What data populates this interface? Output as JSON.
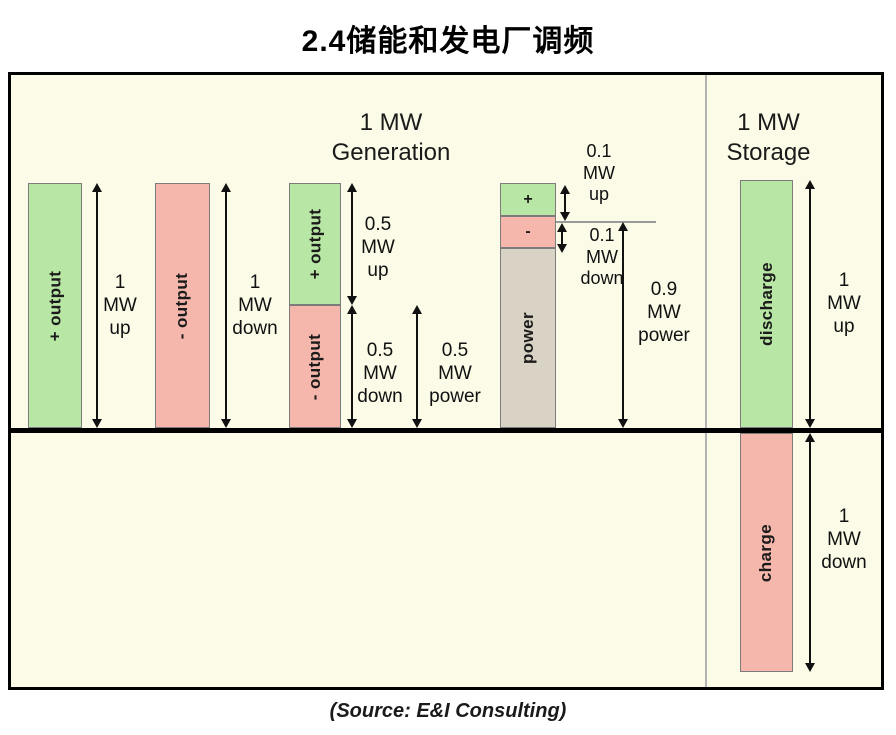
{
  "page": {
    "title": "2.4储能和发电厂调频",
    "source": "(Source: E&I Consulting)"
  },
  "colors": {
    "background_panel": "#fbfbe7",
    "bar_green": "#b8e6a4",
    "bar_pink": "#f5b6ab",
    "bar_gray": "#d8d3c5",
    "baseline": "#000000"
  },
  "generation": {
    "header": "1 MW\nGeneration",
    "bars": {
      "full_up": {
        "label": "+ output"
      },
      "full_down": {
        "label": "- output"
      },
      "split_top": {
        "label": "+ output"
      },
      "split_bottom": {
        "label": "- output"
      },
      "reg_plus": {
        "label": "+"
      },
      "reg_minus": {
        "label": "-"
      },
      "reg_power": {
        "label": "power"
      }
    },
    "annotations": {
      "up_1mw": "1\nMW\nup",
      "down_1mw": "1\nMW\ndown",
      "up_05": "0.5\nMW\nup",
      "down_05": "0.5\nMW\ndown",
      "power_05": "0.5\nMW\npower",
      "up_01": "0.1\nMW\nup",
      "down_01": "0.1\nMW\ndown",
      "power_09": "0.9\nMW\npower"
    }
  },
  "storage": {
    "header": "1 MW\nStorage",
    "bars": {
      "discharge": {
        "label": "discharge"
      },
      "charge": {
        "label": "charge"
      }
    },
    "annotations": {
      "up_1mw": "1\nMW\nup",
      "down_1mw": "1\nMW\ndown"
    }
  },
  "diagram_data": {
    "type": "comparison-diagram",
    "baseline_mw": 0,
    "generation_scenarios": [
      {
        "segments": [
          "+ output"
        ],
        "regulation": "1 MW up"
      },
      {
        "segments": [
          "- output"
        ],
        "regulation": "1 MW down"
      },
      {
        "segments": [
          "+ output",
          "- output"
        ],
        "regulation": "0.5 MW up, 0.5 MW down, 0.5 MW power"
      },
      {
        "segments": [
          "+",
          "-",
          "power"
        ],
        "regulation": "0.1 MW up, 0.1 MW down, 0.9 MW power"
      }
    ],
    "storage_scenario": {
      "segments": [
        "discharge",
        "charge"
      ],
      "regulation": "1 MW up, 1 MW down"
    }
  }
}
